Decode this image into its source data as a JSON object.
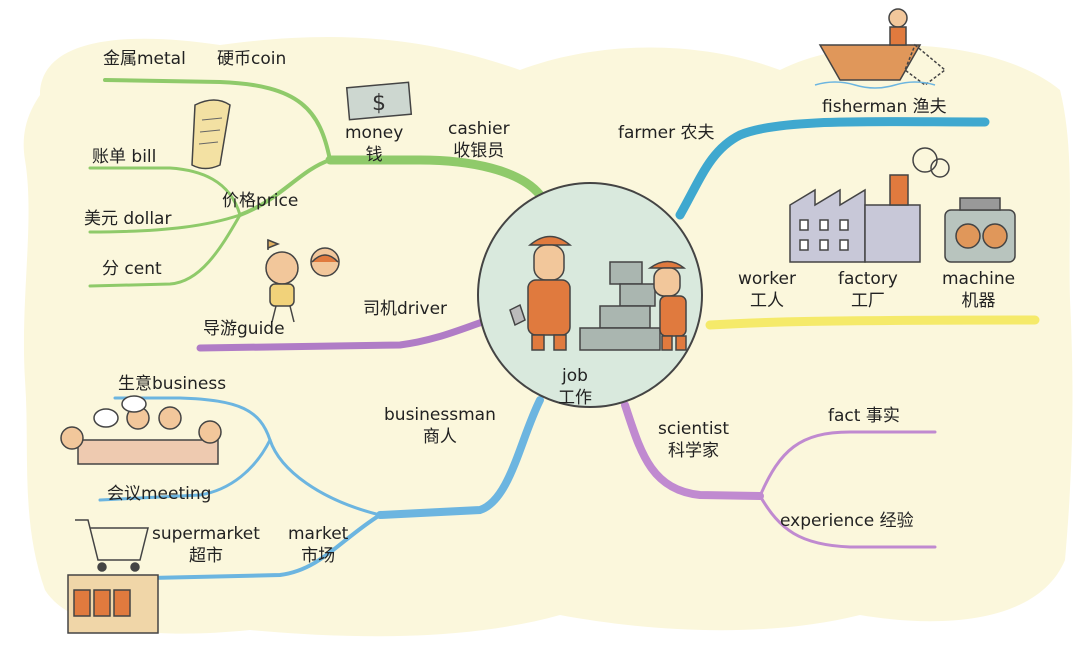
{
  "center": {
    "en": "job",
    "zh": "工作"
  },
  "branches": {
    "money": {
      "en": "money",
      "zh": "钱"
    },
    "cashier": {
      "en": "cashier",
      "zh": "收银员"
    },
    "metal": {
      "text": "金属metal"
    },
    "coin": {
      "text": "硬币coin"
    },
    "bill": {
      "text": "账单 bill"
    },
    "price": {
      "text": "价格price"
    },
    "dollar": {
      "text": "美元 dollar"
    },
    "cent": {
      "text": "分 cent"
    },
    "driver": {
      "text": "司机driver"
    },
    "guide": {
      "text": "导游guide"
    },
    "business": {
      "text": "生意business"
    },
    "meeting": {
      "text": "会议meeting"
    },
    "businessman": {
      "en": "businessman",
      "zh": "商人"
    },
    "supermarket": {
      "en": "supermarket",
      "zh": "超市"
    },
    "market": {
      "en": "market",
      "zh": "市场"
    },
    "farmer": {
      "text": "farmer 农夫"
    },
    "fisherman": {
      "text": "fisherman 渔夫"
    },
    "worker": {
      "en": "worker",
      "zh": "工人"
    },
    "factory": {
      "en": "factory",
      "zh": "工厂"
    },
    "machine": {
      "en": "machine",
      "zh": "机器"
    },
    "scientist": {
      "en": "scientist",
      "zh": "科学家"
    },
    "fact": {
      "text": "fact 事实"
    },
    "experience": {
      "text": "experience 经验"
    }
  },
  "colors": {
    "background": "#fbf7dc",
    "center_circle": "#d9e9dd",
    "green_branch": "#8fca6a",
    "blue_branch": "#6cb5e0",
    "purple_branch": "#b07cc6",
    "yellow_branch": "#f5ea6a",
    "teal_branch": "#3fa8cf"
  },
  "icons": [
    "dollar-bill-icon",
    "receipt-icon",
    "tour-guide-icon",
    "meeting-icon",
    "shopping-cart-icon",
    "fishing-boat-icon",
    "factory-icon",
    "machine-icon",
    "workers-icon"
  ]
}
